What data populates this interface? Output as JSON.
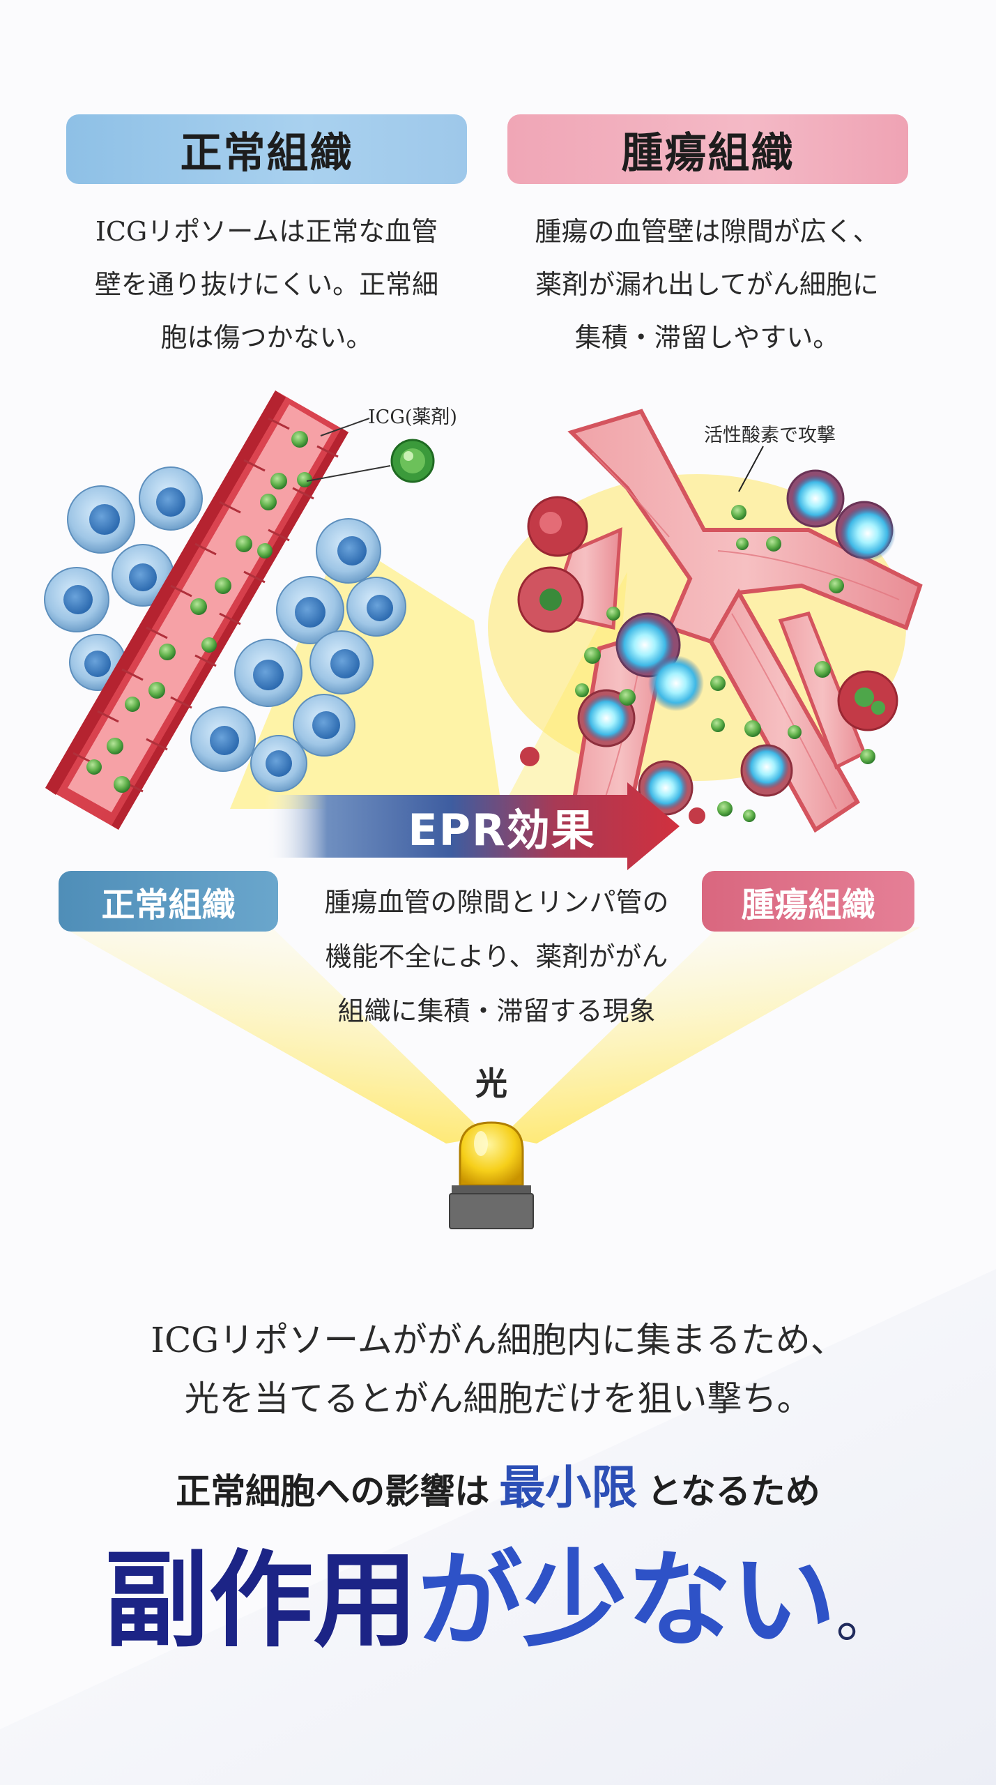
{
  "top": {
    "normal_title": "正常組織",
    "tumor_title": "腫瘍組織",
    "normal_desc": "ICGリポソームは正常な血管\n壁を通り抜けにくい。正常細\n胞は傷つかない。",
    "tumor_desc": "腫瘍の血管壁は隙間が広く、\n薬剤が漏れ出してがん細胞に\n集積・滞留しやすい。"
  },
  "illustration": {
    "icg_label": "ICG(薬剤)",
    "attack_label": "活性酸素で攻撃",
    "epr_label": "EPR効果",
    "normal_tag": "正常組織",
    "tumor_tag": "腫瘍組織",
    "epr_desc": "腫瘍血管の隙間とリンパ管の\n機能不全により、薬剤ががん\n組織に集積・滞留する現象",
    "light_label": "光"
  },
  "summary": {
    "text": "ICGリポソームががん細胞内に集まるため、\n光を当てるとがん細胞だけを狙い撃ち。",
    "emph_pre": "正常細胞への影響は",
    "emph_word": "最小限",
    "emph_post": "となるため",
    "conclusion_1": "副作用",
    "conclusion_2": "が少ない",
    "conclusion_3": "。"
  },
  "colors": {
    "normal_accent": "#4f8eb8",
    "tumor_accent": "#d9677f",
    "highlight_blue": "#2c4fb6",
    "dark_navy": "#1c2486"
  },
  "icons": [
    "icg-drug-icon",
    "warning-light-icon"
  ]
}
